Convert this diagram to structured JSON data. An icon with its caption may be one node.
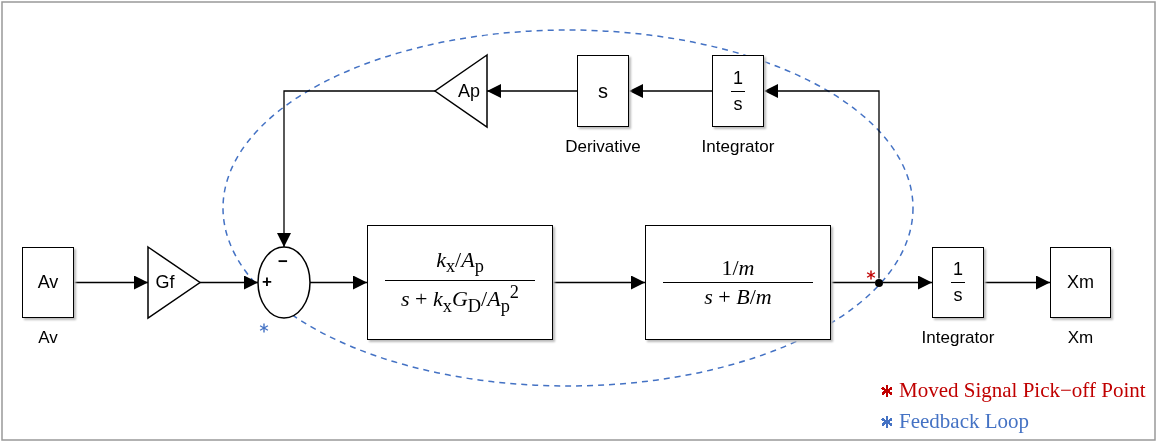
{
  "diagram": {
    "nodes": [
      {
        "text": [
          "Ap"
        ]
      },
      {
        "text": [
          "s"
        ],
        "beside": [
          "Derivative"
        ]
      },
      {
        "text": [
          "1",
          "s"
        ],
        "beside": [
          "Integrator"
        ]
      },
      {
        "text": [
          "Av"
        ],
        "beside": [
          "Av"
        ]
      },
      {
        "text": [
          "Gf"
        ]
      },
      {
        "text": [
          "−",
          "+"
        ]
      },
      {
        "text": [
          "*k*$_{x}$/*A*$_{p}$",
          "*s* + *k*$_{x}$*G*$_{D}$/*A*$_{p}$$^{2}$"
        ]
      },
      {
        "text": [
          "1/*m*",
          "*s* + *B*/*m*"
        ]
      },
      {
        "text": [],
        "shape": "circle"
      },
      {
        "text": [
          "1",
          "s"
        ],
        "beside": [
          "Integrator"
        ]
      },
      {
        "text": [
          "Xm"
        ],
        "beside": [
          "Xm"
        ]
      }
    ],
    "edges": [
      {
        "from": 3,
        "to": 4,
        "arrow": "to"
      },
      {
        "from": 4,
        "to": 5,
        "arrow": "to"
      },
      {
        "from": 5,
        "to": 6,
        "arrow": "to"
      },
      {
        "from": 6,
        "to": 7,
        "arrow": "to"
      },
      {
        "from": 7,
        "to": 8,
        "arrow": "none"
      },
      {
        "from": 8,
        "to": 9,
        "arrow": "to"
      },
      {
        "from": 9,
        "to": 10,
        "arrow": "to"
      },
      {
        "from": 8,
        "to": 2,
        "arrow": "to"
      },
      {
        "from": 2,
        "to": 1,
        "arrow": "to"
      },
      {
        "from": 1,
        "to": 0,
        "arrow": "to"
      },
      {
        "from": 0,
        "to": 5,
        "arrow": "to"
      }
    ],
    "legend": [
      {
        "text": "Moved Signal Pick−off Point",
        "color": "#c00000"
      },
      {
        "text": "Feedback Loop",
        "color": "#4472c4"
      }
    ]
  }
}
